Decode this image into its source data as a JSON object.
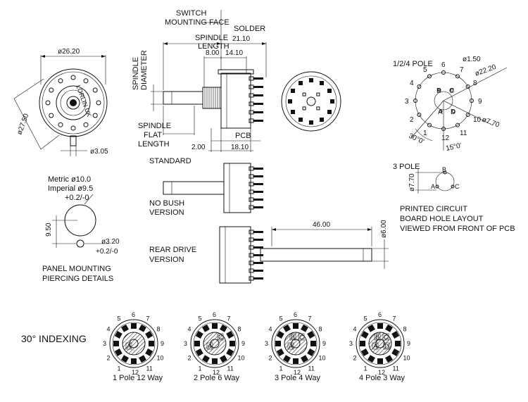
{
  "dims": {
    "d26_20": "ø26.20",
    "d27_50": "ø27.50",
    "d3_05": "ø3.05",
    "switch": "SWITCH",
    "mounting_face": "MOUNTING  FACE",
    "spindle": "SPINDLE",
    "length": "LENGTH",
    "solder": "SOLDER",
    "d21_10": "21.10",
    "d8_00": "8.00",
    "d14_10": "14.10",
    "spindle_v": "SPINDLE",
    "diameter_v": "DIAMETER",
    "spindle_flat_1": "SPINDLE",
    "spindle_flat_2": "FLAT",
    "spindle_flat_3": "LENGTH",
    "pcb": "PCB",
    "d2_00": "2.00",
    "d18_10": "18.10",
    "standard": "STANDARD",
    "no_bush_1": "NO BUSH",
    "no_bush_2": "VERSION",
    "rear_1": "REAR DRIVE",
    "rear_2": "VERSION",
    "d46_00": "46.00",
    "d6_00": "ø6.00",
    "metric": "Metric  ø10.0",
    "imperial": "Imperial  ø9.5",
    "tol1": "+0.2/-0",
    "d9_50": "9.50",
    "d3_20": "ø3.20",
    "tol2": "+0.2/-0",
    "panel_1": "PANEL MOUNTING",
    "panel_2": "PIERCING DETAILS",
    "pole124": "1/2/4 POLE",
    "d1_50": "ø1.50",
    "d22_20": "ø22.20",
    "d7_70": "ø7.70",
    "ang30": "30°0'",
    "ang15": "15°0'",
    "pole3": "3 POLE",
    "d7_70b": "ø7.70",
    "printed_1": "PRINTED CIRCUIT",
    "printed_2": "BOARD HOLE LAYOUT",
    "printed_3": "VIEWED FROM FRONT OF PCB",
    "indexing": "30° INDEXING"
  },
  "pin_numbers": [
    "1",
    "2",
    "3",
    "4",
    "5",
    "6",
    "7",
    "8",
    "9",
    "10",
    "11",
    "12"
  ],
  "pole_letters": [
    "A",
    "B",
    "C",
    "D"
  ],
  "variants": [
    {
      "caption": "1 Pole 12 Way",
      "letters": [
        "A"
      ]
    },
    {
      "caption": "2 Pole 6 Way",
      "letters": [
        "A",
        "C"
      ]
    },
    {
      "caption": "3 Pole 4 Way",
      "letters": [
        "A",
        "B",
        "C"
      ]
    },
    {
      "caption": "4 Pole 3 Way",
      "letters": [
        "A",
        "B",
        "C",
        "D"
      ]
    }
  ],
  "colors": {
    "ink": "#111111",
    "background": "#ffffff"
  }
}
